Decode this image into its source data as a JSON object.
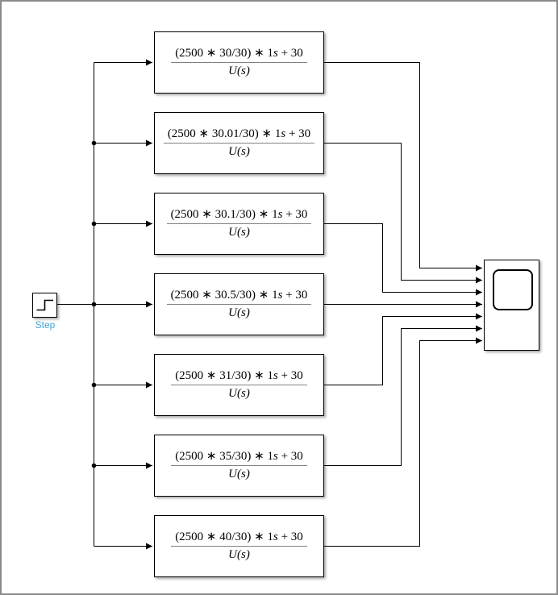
{
  "canvas": {
    "background": "#ffffff",
    "border_color": "#8b8b8b",
    "wire_color": "#000000"
  },
  "step": {
    "label": "Step",
    "label_color": "#40a6dd",
    "icon": "step-signal-icon"
  },
  "tf_blocks": [
    {
      "num_left": "(2500 ∗ 30/30) ∗ 1",
      "num_var": "s",
      "num_right": " + 30",
      "den": "U(s)"
    },
    {
      "num_left": "(2500 ∗ 30.01/30) ∗ 1",
      "num_var": "s",
      "num_right": " + 30",
      "den": "U(s)"
    },
    {
      "num_left": "(2500 ∗ 30.1/30) ∗ 1",
      "num_var": "s",
      "num_right": " + 30",
      "den": "U(s)"
    },
    {
      "num_left": "(2500 ∗ 30.5/30) ∗ 1",
      "num_var": "s",
      "num_right": " + 30",
      "den": "U(s)"
    },
    {
      "num_left": "(2500 ∗ 31/30) ∗ 1",
      "num_var": "s",
      "num_right": " + 30",
      "den": "U(s)"
    },
    {
      "num_left": "(2500 ∗ 35/30) ∗ 1",
      "num_var": "s",
      "num_right": " + 30",
      "den": "U(s)"
    },
    {
      "num_left": "(2500 ∗ 40/30) ∗ 1",
      "num_var": "s",
      "num_right": " + 30",
      "den": "U(s)"
    }
  ],
  "scope": {
    "icon": "scope-screen-icon",
    "inputs": 7
  }
}
